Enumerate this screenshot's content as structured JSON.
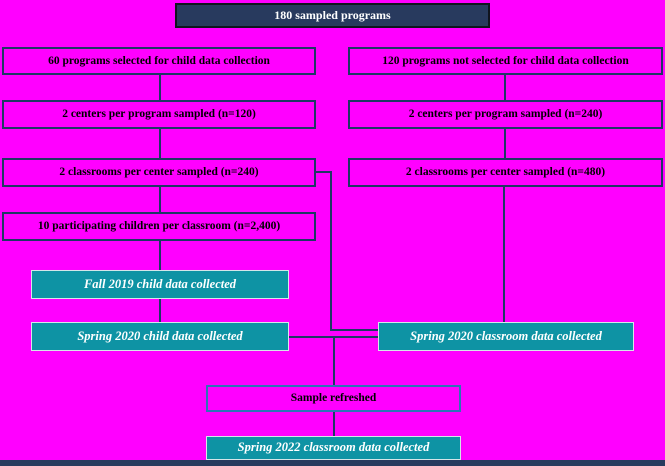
{
  "colors": {
    "background": "#FF00FF",
    "root_fill": "#283A5E",
    "root_border": "#10141F",
    "teal_fill": "#0E93A4",
    "teal_border": "#D5E6E9",
    "plain_box_border": "#1F3864",
    "refresh_box_border": "#2E74B5",
    "connector": "#1F3864",
    "dark_text": "#000000",
    "light_text": "#FFFFFF"
  },
  "flowchart": {
    "root": {
      "label": "180 sampled programs"
    },
    "left_branch": [
      {
        "label": "60 programs selected for child data collection"
      },
      {
        "label": "2 centers per program sampled (n=120)"
      },
      {
        "label": "2 classrooms per center sampled (n=240)"
      },
      {
        "label": "10 participating children per classroom (n=2,400)"
      }
    ],
    "right_branch": [
      {
        "label": "120 programs not selected for child data collection"
      },
      {
        "label": "2 centers per program sampled (n=240)"
      },
      {
        "label": "2 classrooms per center sampled (n=480)"
      }
    ],
    "milestones": {
      "fall_2019_child": "Fall 2019 child data collected",
      "spring_2020_child": "Spring 2020 child data collected",
      "spring_2020_classroom": "Spring 2020 classroom data collected",
      "sample_refreshed": "Sample refreshed",
      "spring_2022_classroom": "Spring 2022 classroom data collected"
    }
  }
}
